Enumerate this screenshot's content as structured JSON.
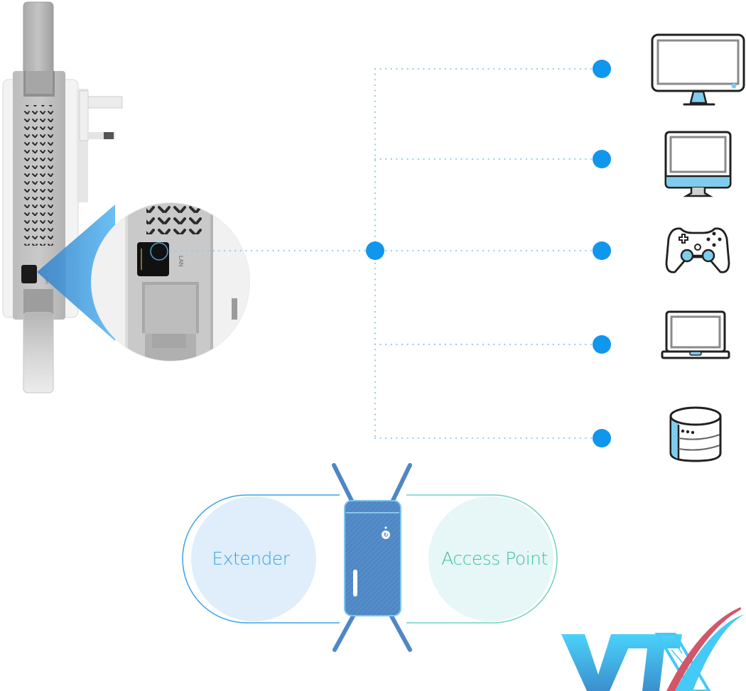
{
  "diagram": {
    "title": "LAN port wired connection diagram",
    "device": {
      "name": "range-extender",
      "port_label": "LAN"
    },
    "network": {
      "line_style": "dotted",
      "hub_node": "lan-hub",
      "endpoints": [
        {
          "id": "smart-tv",
          "icon": "tv-icon"
        },
        {
          "id": "desktop-computer",
          "icon": "desktop-icon"
        },
        {
          "id": "game-console",
          "icon": "gamepad-icon"
        },
        {
          "id": "laptop",
          "icon": "laptop-icon"
        },
        {
          "id": "nas-storage",
          "icon": "database-icon"
        }
      ]
    },
    "modes": {
      "left_label": "Extender",
      "right_label": "Access Point"
    },
    "logo": {
      "text": "VTX"
    },
    "colors": {
      "node_blue": "#1196ee",
      "dot_line": "#9cc9e6",
      "icon_accent": "#7fcdee",
      "extender_text": "#3aa2e8",
      "access_point_text": "#3fc29a",
      "device_blue": "#4f87c4",
      "logo_blue": "#45c9f5",
      "logo_red": "#d2566a"
    }
  }
}
